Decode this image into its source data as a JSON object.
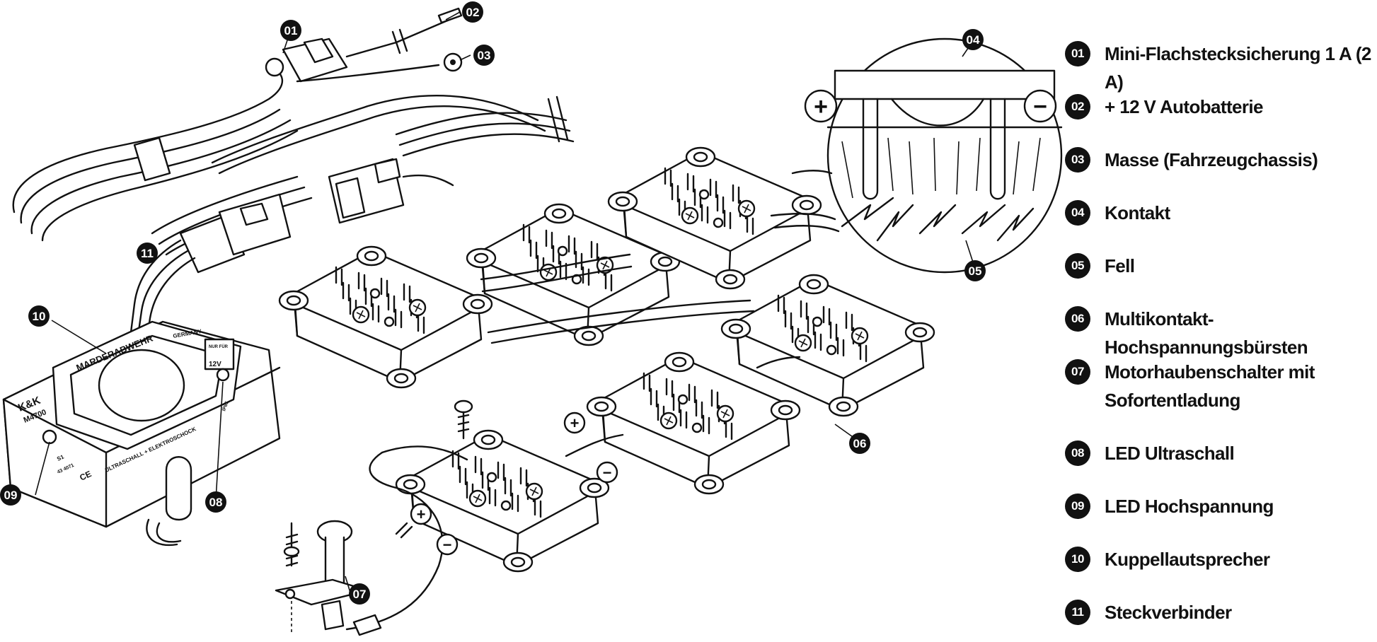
{
  "callouts": {
    "c01": "01",
    "c02": "02",
    "c03": "03",
    "c04": "04",
    "c05": "05",
    "c06": "06",
    "c07": "07",
    "c08": "08",
    "c09": "09",
    "c10": "10",
    "c11": "11"
  },
  "legend": [
    {
      "num": "01",
      "text": "Mini-Flachstecksicherung 1 A (2 A)"
    },
    {
      "num": "02",
      "text": "+ 12 V Autobatterie"
    },
    {
      "num": "03",
      "text": "Masse (Fahrzeugchassis)"
    },
    {
      "num": "04",
      "text": "Kontakt"
    },
    {
      "num": "05",
      "text": "Fell"
    },
    {
      "num": "06",
      "text": "Multikontakt-Hochspannungsbürsten"
    },
    {
      "num": "07",
      "text": "Motorhaubenschalter mit",
      "text2": "Sofortentladung"
    },
    {
      "num": "08",
      "text": "LED Ultraschall"
    },
    {
      "num": "09",
      "text": "LED Hochspannung"
    },
    {
      "num": "10",
      "text": "Kuppellautsprecher"
    },
    {
      "num": "11",
      "text": "Steckverbinder"
    }
  ],
  "device": {
    "brand_marder": "MARDERABWEHR",
    "germany": "GERMANY",
    "logo": "K&K",
    "model": "M4700",
    "voltage": "12V",
    "only_for": "NUR FÜR",
    "ip": "IP65",
    "side_text": "ULTRASCHALL + ELEKTROSCHOCK",
    "ce": "CE",
    "cert": "S1",
    "art": "43 4071"
  },
  "polarity": {
    "plus": "+",
    "minus": "−"
  }
}
